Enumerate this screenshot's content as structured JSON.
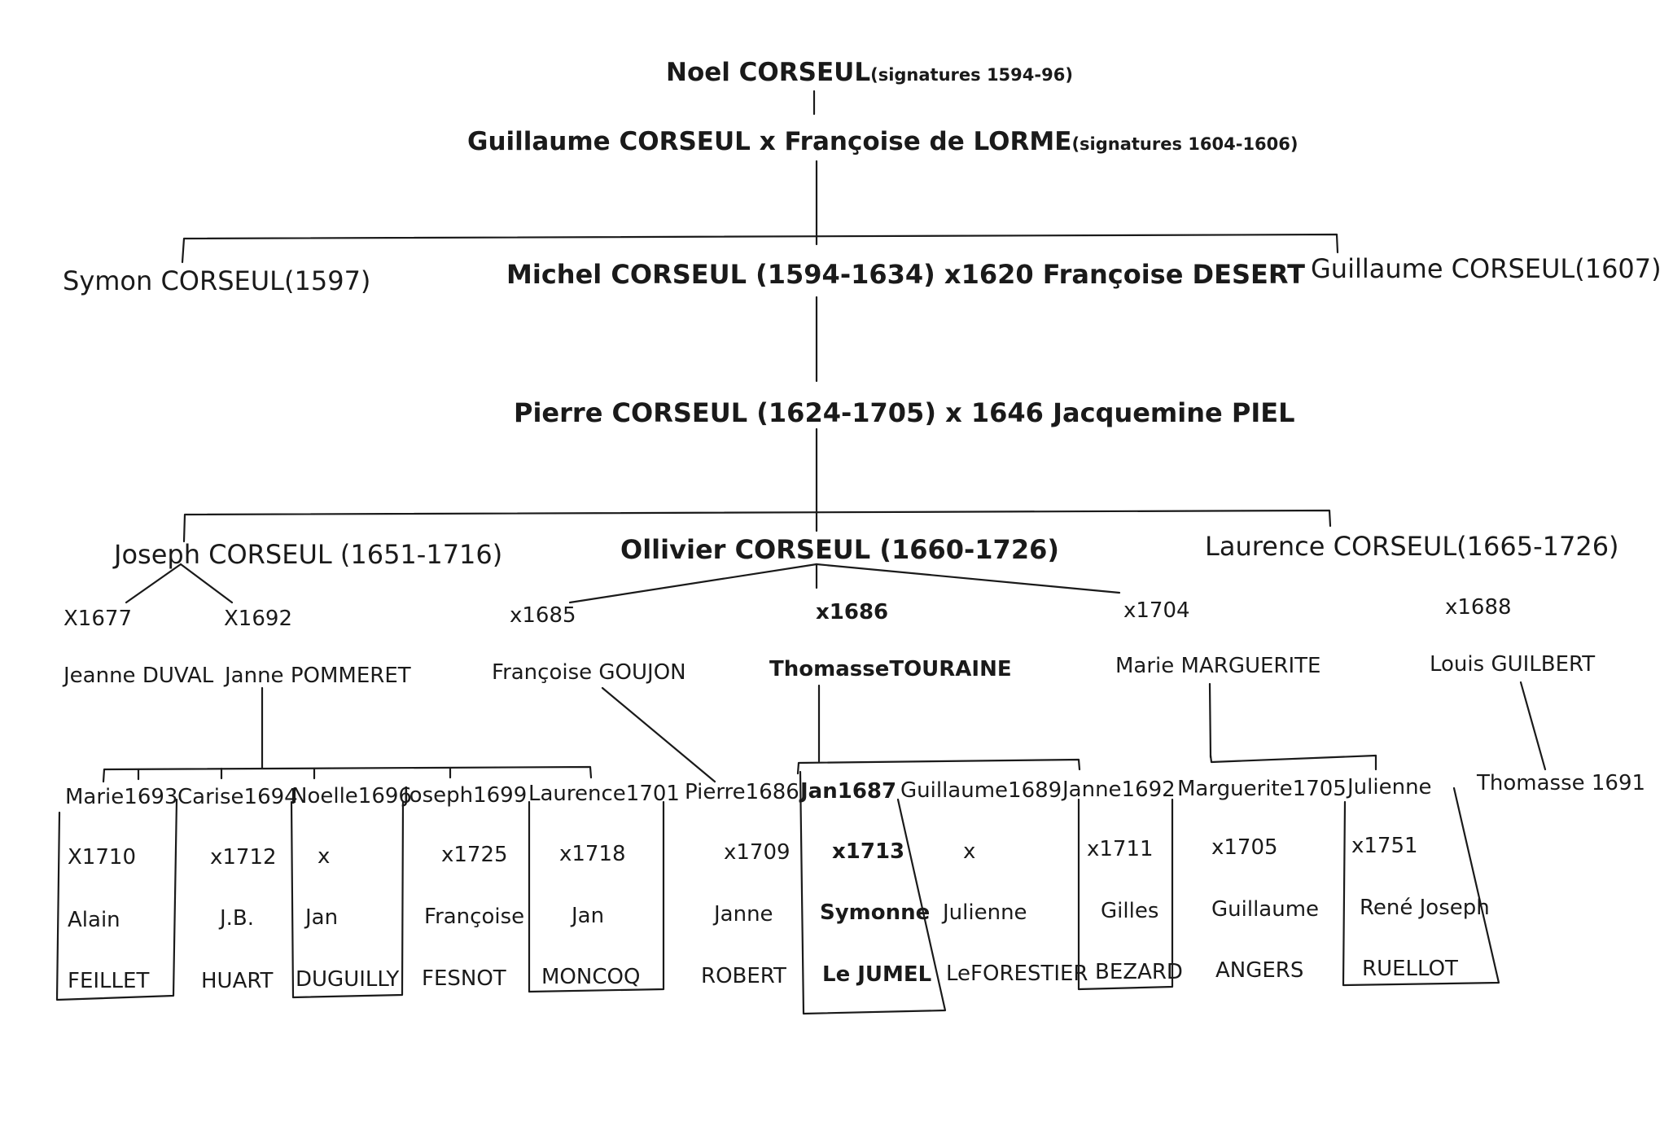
{
  "root": {
    "name": "Noel CORSEUL",
    "note": "(signatures 1594-96)"
  },
  "gen2": {
    "name": "Guillaume CORSEUL x Françoise de LORME",
    "note": "(signatures 1604-1606)"
  },
  "gen3": {
    "left": "Symon CORSEUL(1597)",
    "center": "Michel CORSEUL (1594-1634) x1620 Françoise DESERT",
    "right": "Guillaume CORSEUL(1607)"
  },
  "gen4": "Pierre CORSEUL (1624-1705) x 1646 Jacquemine PIEL",
  "gen5": {
    "joseph": "Joseph CORSEUL (1651-1716)",
    "ollivier": "Ollivier CORSEUL (1660-1726)",
    "laurence": "Laurence CORSEUL(1665-1726)"
  },
  "marriages": {
    "joseph_1": {
      "year": "X1677",
      "spouse": "Jeanne DUVAL"
    },
    "joseph_2": {
      "year": "X1692",
      "spouse": "Janne POMMERET"
    },
    "ollivier_1": {
      "year": "x1685",
      "spouse": "Françoise GOUJON"
    },
    "ollivier_2": {
      "year": "x1686",
      "spouse": "ThomasseTOURAINE"
    },
    "ollivier_3": {
      "year": "x1704",
      "spouse": "Marie MARGUERITE"
    },
    "laurence": {
      "year": "x1688",
      "spouse": "Louis GUILBERT"
    }
  },
  "children": [
    {
      "name": "Marie1693",
      "marriage": "X1710",
      "first": "Alain",
      "last": "FEILLET"
    },
    {
      "name": "Carise1694",
      "marriage": "x1712",
      "first": "J.B.",
      "last": "HUART"
    },
    {
      "name": "Noelle1696",
      "marriage": "x",
      "first": "Jan",
      "last": "DUGUILLY"
    },
    {
      "name": "Joseph1699",
      "marriage": "x1725",
      "first": "Françoise",
      "last": "FESNOT"
    },
    {
      "name": "Laurence1701",
      "marriage": "x1718",
      "first": "Jan",
      "last": "MONCOQ"
    },
    {
      "name": "Pierre1686",
      "marriage": "x1709",
      "first": "Janne",
      "last": "ROBERT"
    },
    {
      "name": "Jan1687",
      "marriage": "x1713",
      "first": "Symonne",
      "last": "Le JUMEL"
    },
    {
      "name": "Guillaume1689",
      "marriage": "x",
      "first": "Julienne",
      "last": "LeFORESTIER"
    },
    {
      "name": "Janne1692",
      "marriage": "x1711",
      "first": "Gilles",
      "last": "BEZARD"
    },
    {
      "name": "Marguerite1705",
      "marriage": "x1705",
      "first": "Guillaume",
      "last": "ANGERS"
    },
    {
      "name": "Julienne",
      "marriage": "x1751",
      "first": "René Joseph",
      "last": "RUELLOT"
    },
    {
      "name": "Thomasse 1691",
      "marriage": "",
      "first": "",
      "last": ""
    }
  ]
}
